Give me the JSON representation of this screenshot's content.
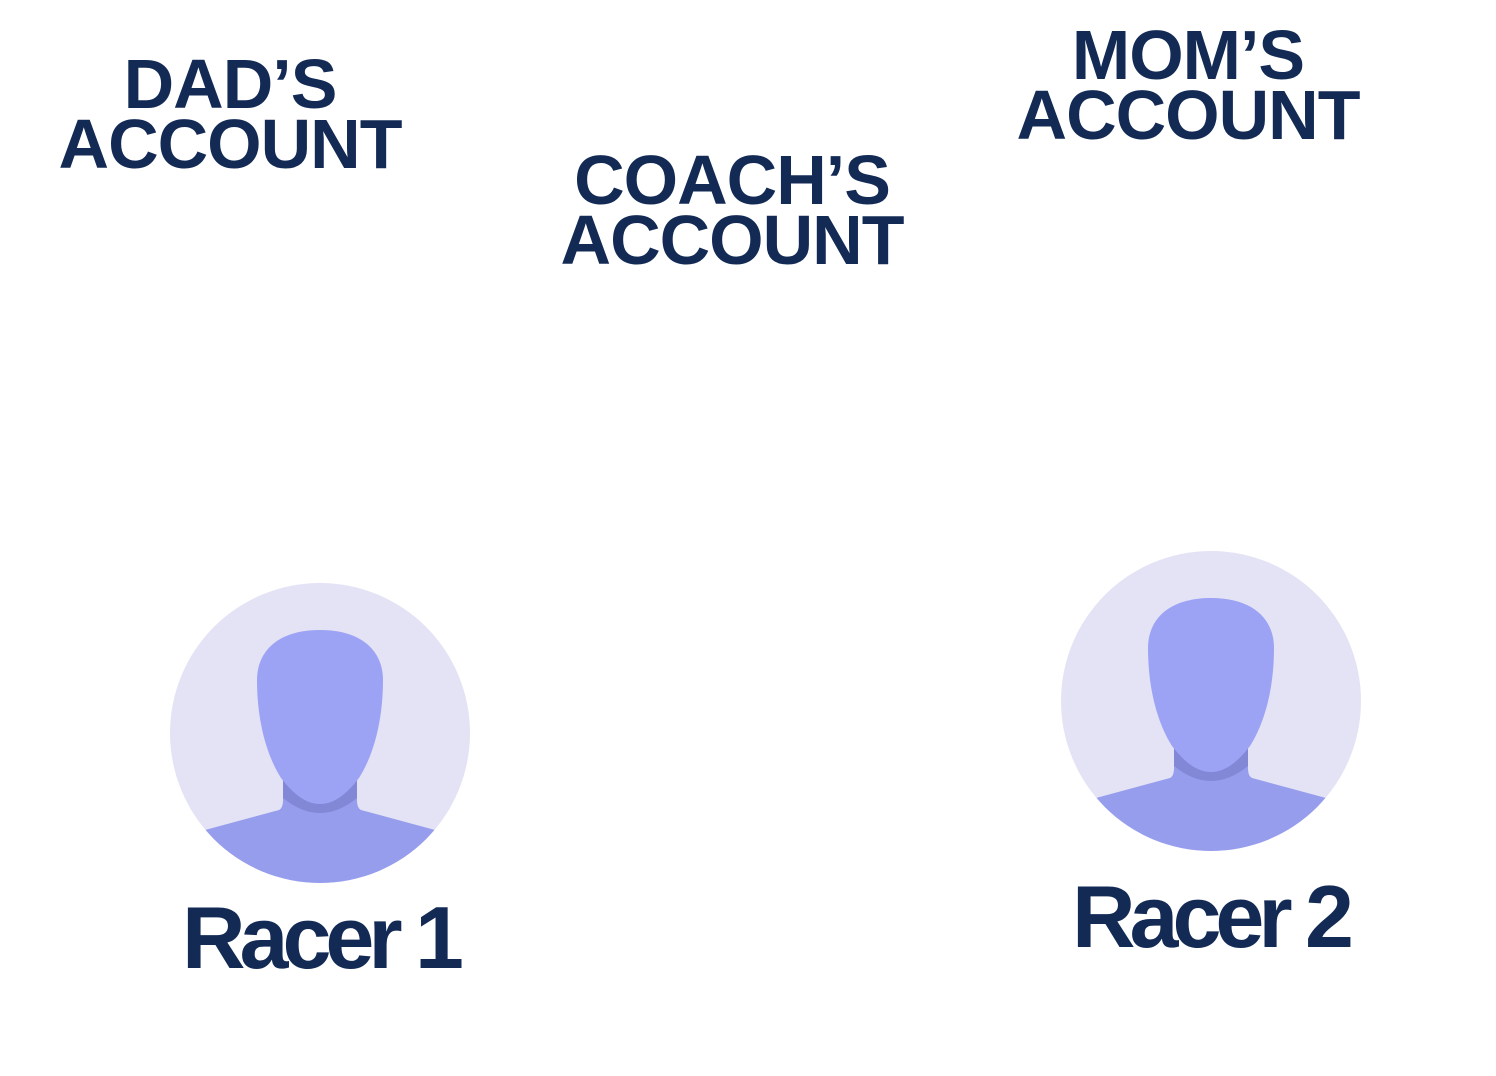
{
  "accounts": {
    "dad": {
      "line1": "DAD’S",
      "line2": "ACCOUNT"
    },
    "coach": {
      "line1": "COACH’S",
      "line2": "ACCOUNT"
    },
    "mom": {
      "line1": "MOM’S",
      "line2": "ACCOUNT"
    }
  },
  "racers": [
    {
      "name": "Racer 1",
      "icon": "user-avatar-icon"
    },
    {
      "name": "Racer 2",
      "icon": "user-avatar-icon"
    }
  ],
  "colors": {
    "text": "#132a55",
    "avatar_background": "#e3e3f5",
    "avatar_silhouette": "#9da3f4",
    "avatar_shoulders": "#969ded",
    "avatar_neck_shadow": "#8288d6"
  }
}
